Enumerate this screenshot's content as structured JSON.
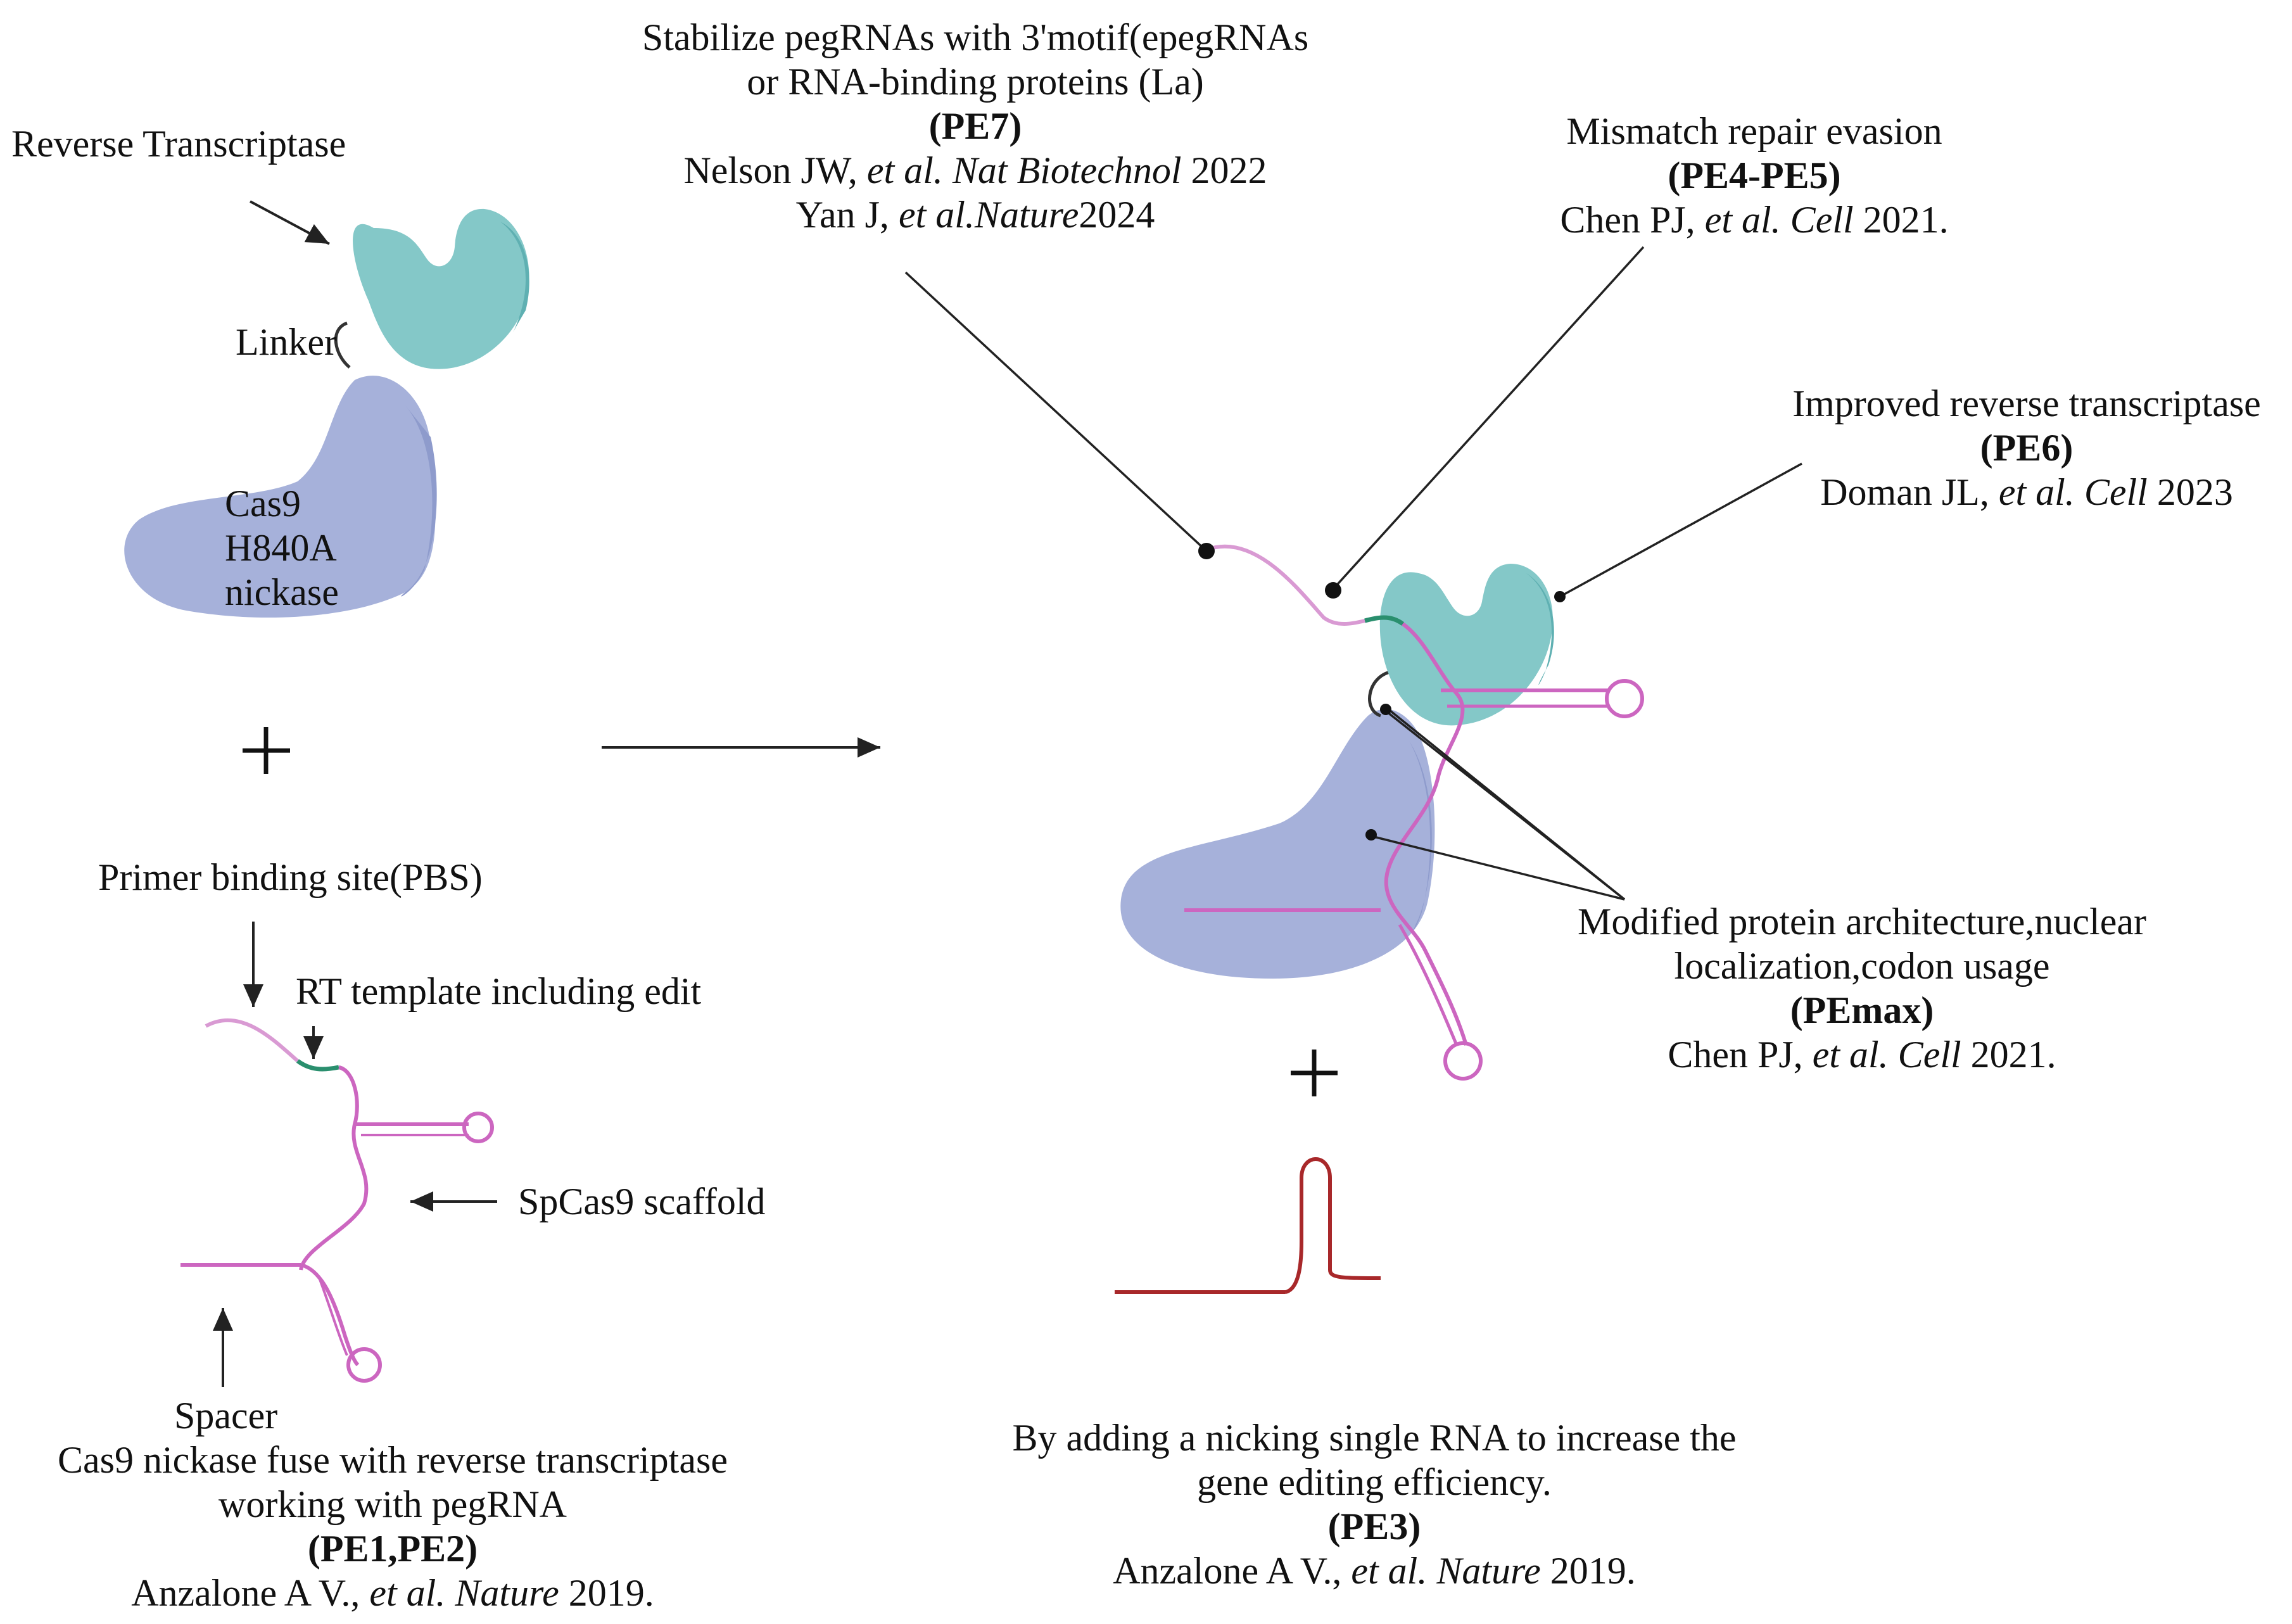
{
  "colors": {
    "rt_teal": "#84c8c8",
    "rt_teal_dark": "#5fb0b2",
    "cas9_blue": "#a6b1da",
    "cas9_blue_dark": "#8e9bcc",
    "pegRNA_pink": "#cc66c0",
    "edit_green": "#2a8f6e",
    "nick_red": "#a8282a",
    "text": "#111111"
  },
  "labels": {
    "reverse_transcriptase": "Reverse Transcriptase",
    "linker": "Linker",
    "cas9_line1": "Cas9",
    "cas9_line2": "H840A",
    "cas9_line3": "nickase",
    "plus_left": "+",
    "plus_right": "+",
    "pbs": "Primer binding site(PBS)",
    "rt_template": "RT template including edit",
    "scaffold": "SpCas9 scaffold",
    "spacer": "Spacer"
  },
  "pe12": {
    "line1": "Cas9 nickase fuse with reverse transcriptase",
    "line2": "working with pegRNA",
    "version": "(PE1,PE2)",
    "author": "Anzalone A V., ",
    "etal": "et al.",
    "journal": " Nature",
    "year": " 2019."
  },
  "pe7": {
    "line1": "Stabilize pegRNAs with 3'motif(epegRNAs",
    "line2": "or RNA-binding proteins (La)",
    "version": "(PE7)",
    "ref1_author": "Nelson JW, ",
    "ref1_etal": "et al.",
    "ref1_journal": "  Nat Biotechnol",
    "ref1_year": " 2022",
    "ref2_author": "Yan J, ",
    "ref2_etal": "et al.",
    "ref2_journal": "Nature",
    "ref2_year": "2024"
  },
  "pe45": {
    "line1": "Mismatch repair evasion",
    "version": "(PE4-PE5)",
    "author": "Chen PJ, ",
    "etal": "et al.",
    "journal": " Cell",
    "year": " 2021."
  },
  "pe6": {
    "line1": "Improved reverse transcriptase",
    "version": "(PE6)",
    "author": "Doman JL, ",
    "etal": "et al.",
    "journal": " Cell",
    "year": " 2023"
  },
  "pemax": {
    "line1": "Modified protein architecture,nuclear",
    "line2": "localization,codon usage",
    "version": "(PEmax)",
    "author": "Chen PJ, ",
    "etal": "et al.",
    "journal": " Cell",
    "year": " 2021."
  },
  "pe3": {
    "line1": "By adding a nicking single RNA to increase the",
    "line2": "gene editing efficiency.",
    "version": "(PE3)",
    "author": "Anzalone A V., ",
    "etal": "et al.",
    "journal": " Nature",
    "year": " 2019."
  }
}
